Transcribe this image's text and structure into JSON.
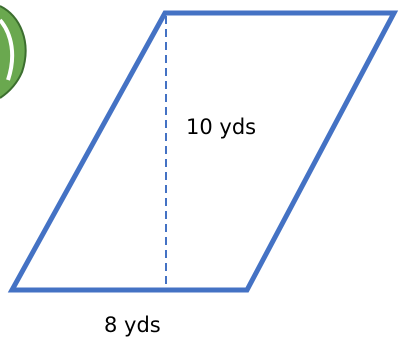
{
  "figure": {
    "shape": "parallelogram",
    "height_label": "10 yds",
    "base_label": "8 yds",
    "colors": {
      "outline": "#4472c4",
      "height_line": "#4472c4",
      "leaf": "#6aa84f",
      "text": "#000000",
      "background": "#ffffff"
    }
  }
}
